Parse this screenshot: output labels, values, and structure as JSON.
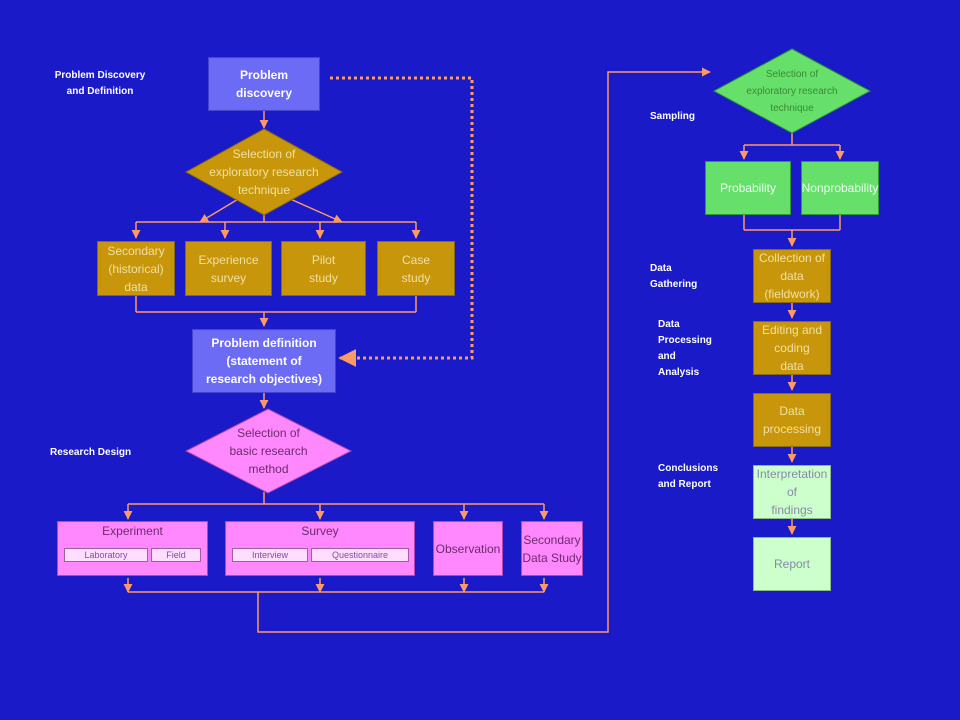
{
  "stage_labels": {
    "problem_discovery": "Problem Discovery\nand Definition",
    "research_design": "Research Design",
    "sampling": "Sampling",
    "data_gathering": "Data\nGathering",
    "data_processing": "Data\nProcessing\nand\nAnalysis",
    "conclusions": "Conclusions\nand Report"
  },
  "nodes": {
    "problem_discovery": "Problem\ndiscovery",
    "selection_exploratory": "Selection of\nexploratory research\ntechnique",
    "secondary_data": "Secondary\n(historical)\ndata",
    "experience_survey": "Experience\nsurvey",
    "pilot_study": "Pilot\nstudy",
    "case_study": "Case\nstudy",
    "problem_definition": "Problem definition\n(statement of\nresearch objectives)",
    "selection_method": "Selection of\nbasic research\nmethod",
    "experiment": "Experiment",
    "laboratory": "Laboratory",
    "field": "Field",
    "survey": "Survey",
    "interview": "Interview",
    "questionnaire": "Questionnaire",
    "observation": "Observation",
    "secondary_study": "Secondary\nData Study",
    "selection_sampling": "Selection  of\nexploratory  research\ntechnique",
    "probability": "Probability",
    "nonprobability": "Nonprobability",
    "collection": "Collection of\ndata\n(fieldwork)",
    "editing": "Editing and\ncoding\ndata",
    "processing": "Data\nprocessing",
    "interpretation": "Interpretation\nof\nfindings",
    "report": "Report"
  },
  "colors": {
    "background": "#1a1ac8",
    "connector": "#ff9966",
    "exploratory_boxes": "#c8960a",
    "definition_boxes": "#6b6bf5",
    "design_boxes": "#ff88ff",
    "sampling_boxes": "#66e06a",
    "report_box": "#ccffcc"
  }
}
